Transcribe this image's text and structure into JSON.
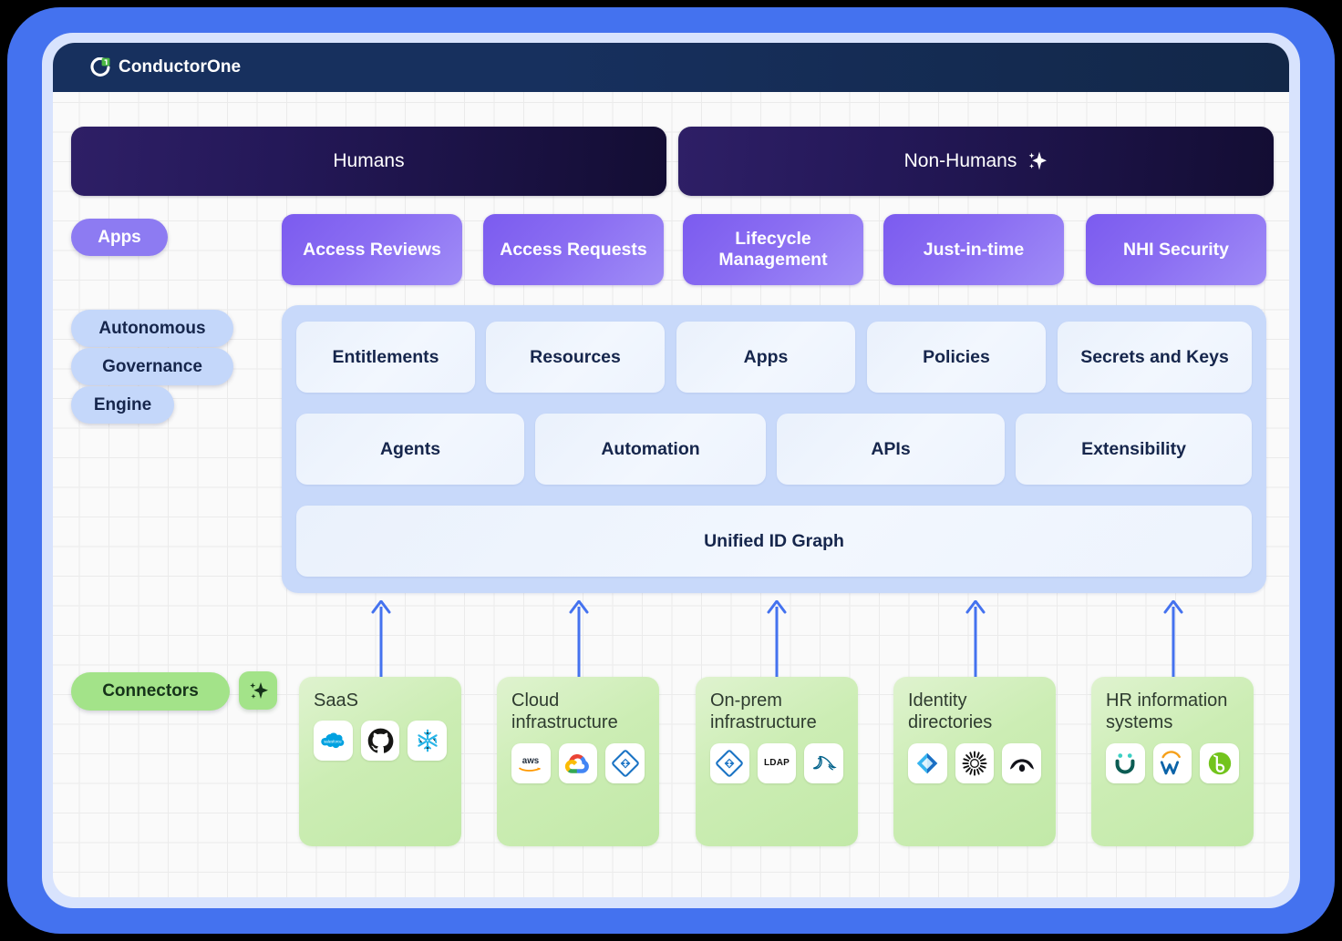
{
  "brand": {
    "name": "ConductorOne",
    "logo_icon": "conductorone-logo-icon",
    "accent_green": "#4CB944",
    "header_bg": "#17305E"
  },
  "frame": {
    "border_color": "#4472EF",
    "inner_color": "#D8E3FD",
    "canvas_color": "#FAFAFA"
  },
  "personas": [
    {
      "label": "Humans",
      "sparkle": false
    },
    {
      "label": "Non-Humans",
      "sparkle": true
    }
  ],
  "apps_section": {
    "pill_label": "Apps",
    "pill_color": "#8D7BF2",
    "cards": [
      {
        "label": "Access Reviews"
      },
      {
        "label": "Access Requests"
      },
      {
        "label": "Lifecycle Management"
      },
      {
        "label": "Just-in-time"
      },
      {
        "label": "NHI Security"
      }
    ]
  },
  "engine_section": {
    "pill_lines": [
      "Autonomous",
      "Governance",
      "Engine"
    ],
    "pill_color": "#C4D7FA",
    "panel_color": "#C8D9FA",
    "row1": [
      {
        "label": "Entitlements"
      },
      {
        "label": "Resources"
      },
      {
        "label": "Apps"
      },
      {
        "label": "Policies"
      },
      {
        "label": "Secrets and Keys"
      }
    ],
    "row2": [
      {
        "label": "Agents"
      },
      {
        "label": "Automation"
      },
      {
        "label": "APIs"
      },
      {
        "label": "Extensibility"
      }
    ],
    "row3": [
      {
        "label": "Unified ID Graph"
      }
    ]
  },
  "connectors_section": {
    "pill_label": "Connectors",
    "pill_color": "#A3E389",
    "sparkle_icon": "sparkles-icon",
    "arrow_color": "#4472EF",
    "arrow_count": 5,
    "cards": [
      {
        "title": "SaaS",
        "logos": [
          {
            "name": "salesforce-logo-icon"
          },
          {
            "name": "github-logo-icon"
          },
          {
            "name": "snowflake-logo-icon"
          }
        ]
      },
      {
        "title": "Cloud infrastructure",
        "logos": [
          {
            "name": "aws-logo-icon"
          },
          {
            "name": "google-cloud-logo-icon"
          },
          {
            "name": "azure-ad-logo-icon"
          }
        ]
      },
      {
        "title": "On-prem infrastructure",
        "logos": [
          {
            "name": "active-directory-logo-icon"
          },
          {
            "name": "ldap-logo-icon",
            "text": "LDAP"
          },
          {
            "name": "mysql-logo-icon"
          }
        ]
      },
      {
        "title": "Identity directories",
        "logos": [
          {
            "name": "entra-id-logo-icon"
          },
          {
            "name": "okta-logo-icon"
          },
          {
            "name": "ping-identity-logo-icon"
          }
        ]
      },
      {
        "title": "HR information systems",
        "logos": [
          {
            "name": "rippling-logo-icon"
          },
          {
            "name": "workday-logo-icon"
          },
          {
            "name": "bamboohr-logo-icon"
          }
        ]
      }
    ]
  }
}
